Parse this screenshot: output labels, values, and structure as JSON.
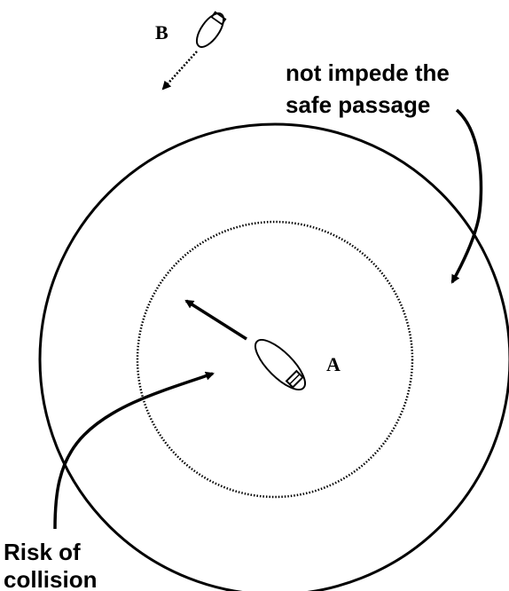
{
  "labels": {
    "vessel_b": "B",
    "vessel_a": "A",
    "outer_zone_line1": "not impede the",
    "outer_zone_line2": "safe passage",
    "inner_zone_line1": "Risk of",
    "inner_zone_line2": "collision"
  }
}
